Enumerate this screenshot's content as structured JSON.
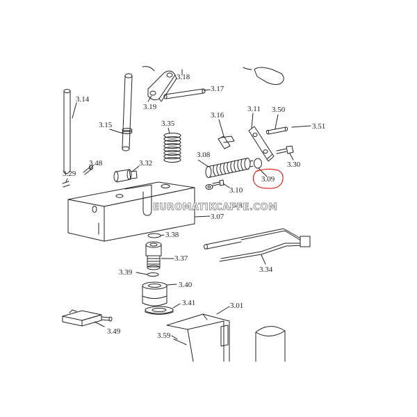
{
  "watermark": "EUROMATIKCAFFE.COM",
  "highlight_color": "#d62828",
  "line_color": "#222222",
  "parts": {
    "p314": "3.14",
    "p315": "3.15",
    "p318": "3.18",
    "p317": "3.17",
    "p319": "3.19",
    "p316": "3.16",
    "p311": "3.11",
    "p350": "3.50",
    "p351": "3.51",
    "p335": "3.35",
    "p308": "3.08",
    "p309": "3.09",
    "p330": "3.30",
    "p310": "3.10",
    "p344": "3.44",
    "p348": "3.48",
    "p332": "3.32",
    "p329": "3.29",
    "p307": "3.07",
    "p338": "3.38",
    "p337": "3.37",
    "p334": "3.34",
    "p339": "3.39",
    "p340": "3.40",
    "p341": "3.41",
    "p301": "3.01",
    "p349": "3.49",
    "p359": "3.59"
  }
}
